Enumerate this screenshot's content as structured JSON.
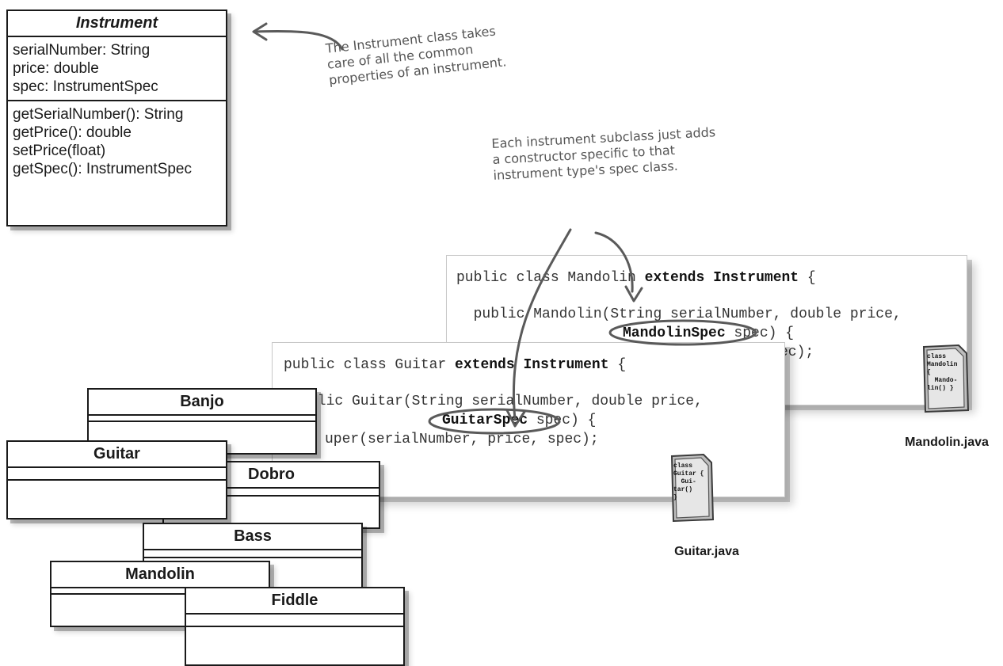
{
  "instrument": {
    "name": "Instrument",
    "attributes": [
      "serialNumber: String",
      "price: double",
      "spec: InstrumentSpec"
    ],
    "methods": [
      "getSerialNumber(): String",
      "getPrice(): double",
      "setPrice(float)",
      "getSpec(): InstrumentSpec"
    ]
  },
  "notes": {
    "instrument_note": [
      "The Instrument class takes",
      "care of all the common",
      "properties of an instrument."
    ],
    "subclass_note": [
      "Each instrument subclass just adds",
      "a constructor specific to that",
      "instrument type's spec class."
    ]
  },
  "mandolin_code": {
    "line1_plain": "public class Mandolin ",
    "line1_kw1": "extends",
    "line1_kw2": "Instrument",
    "line1_end": " {",
    "line2": "  public Mandolin(String serialNumber, double price,",
    "line3_bold": "MandolinSpec",
    "line3_rest": " spec) {",
    "line4": "ec);"
  },
  "guitar_code": {
    "line1_plain": "public class Guitar ",
    "line1_kw1": "extends",
    "line1_kw2": "Instrument",
    "line1_end": " {",
    "line2": "blic Guitar(String serialNumber, double price,",
    "line3_bold": "GuitarSpec",
    "line3_rest": " spec) {",
    "line4": "uper(serialNumber, price, spec);"
  },
  "files": {
    "mandolin": {
      "label": "Mandolin.java",
      "icon_text": "class\nMandolin\n{\n  Mando-\nlin() }"
    },
    "guitar": {
      "label": "Guitar.java",
      "icon_text": "class\nGuitar {\n  Gui-\ntar()\n}"
    }
  },
  "subclasses": {
    "banjo": "Banjo",
    "guitar": "Guitar",
    "dobro": "Dobro",
    "bass": "Bass",
    "mandolin": "Mandolin",
    "fiddle": "Fiddle"
  }
}
